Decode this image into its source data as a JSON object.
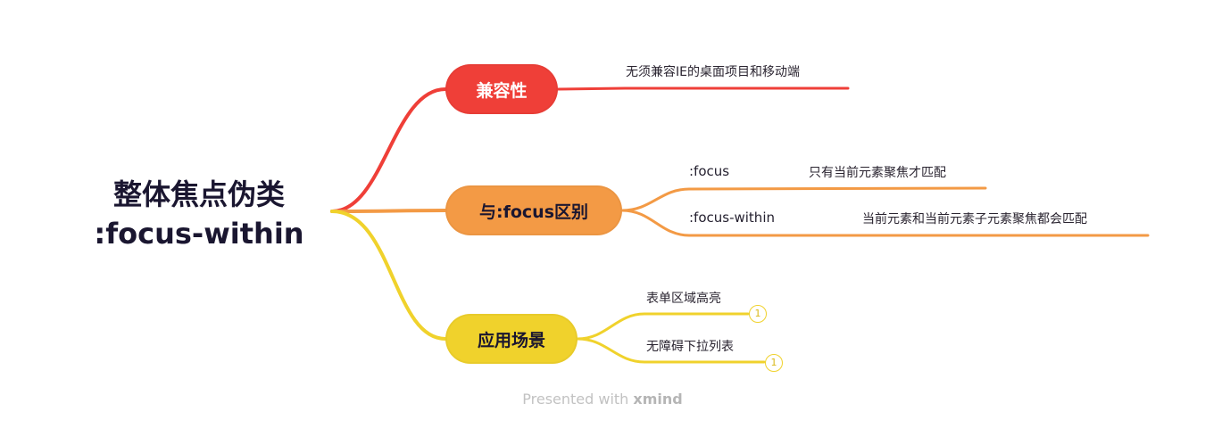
{
  "root": {
    "line1": "整体焦点伪类",
    "line2": ":focus-within"
  },
  "topics": {
    "compat": {
      "label": "兼容性",
      "leaf": "无须兼容IE的桌面项目和移动端"
    },
    "diff": {
      "label": "与:focus区别",
      "items": [
        {
          "key": ":focus",
          "desc": "只有当前元素聚焦才匹配"
        },
        {
          "key": ":focus-within",
          "desc": "当前元素和当前元素子元素聚焦都会匹配"
        }
      ]
    },
    "use": {
      "label": "应用场景",
      "items": [
        {
          "label": "表单区域高亮",
          "badge": "1"
        },
        {
          "label": "无障碍下拉列表",
          "badge": "1"
        }
      ]
    }
  },
  "footer": {
    "prefix": "Presented with",
    "brand": "xmind"
  },
  "colors": {
    "red": "#ef3f38",
    "orange": "#f39a45",
    "yellow": "#f0d22c",
    "text": "#1a1630"
  }
}
